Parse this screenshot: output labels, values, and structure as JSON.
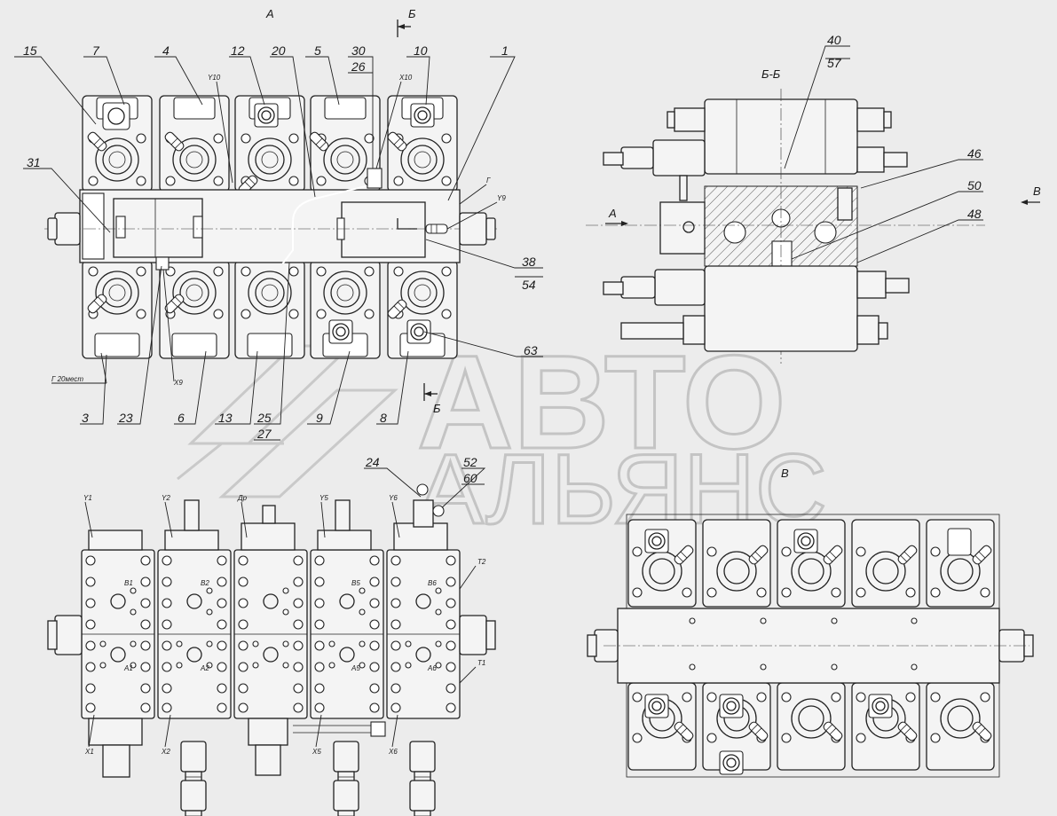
{
  "views": {
    "top": "А",
    "section_mark": "Б",
    "section": "Б-Б",
    "arrow_left": "А",
    "arrow_right": "В",
    "bottom_right": "В"
  },
  "callouts_top": [
    "15",
    "7",
    "4",
    "12",
    "20",
    "5",
    "30",
    "26",
    "10",
    "1",
    "40",
    "57"
  ],
  "callouts_side": [
    "31",
    "46",
    "50",
    "48",
    "38",
    "54",
    "63"
  ],
  "callouts_bottom": [
    "3",
    "23",
    "6",
    "13",
    "25",
    "27",
    "9",
    "8",
    "24",
    "52",
    "60"
  ],
  "note": "Г 20мест",
  "small_labels": {
    "y10": "Y10",
    "x10": "X10",
    "g": "Г",
    "y9": "Y9",
    "x9": "X9",
    "y1": "Y1",
    "y2": "Y2",
    "dr": "Др",
    "y5": "Y5",
    "y6": "Y6",
    "t2": "T2",
    "t1": "T1",
    "x1": "X1",
    "x2": "X2",
    "x5": "X5",
    "x6": "X6",
    "b1": "B1",
    "b2": "B2",
    "b5": "B5",
    "b6": "B6",
    "a1": "A1",
    "a2": "A2",
    "a5": "A5",
    "a6": "A6"
  },
  "watermark": {
    "line1": "АВТО",
    "line2": "АЛЬЯНС"
  }
}
